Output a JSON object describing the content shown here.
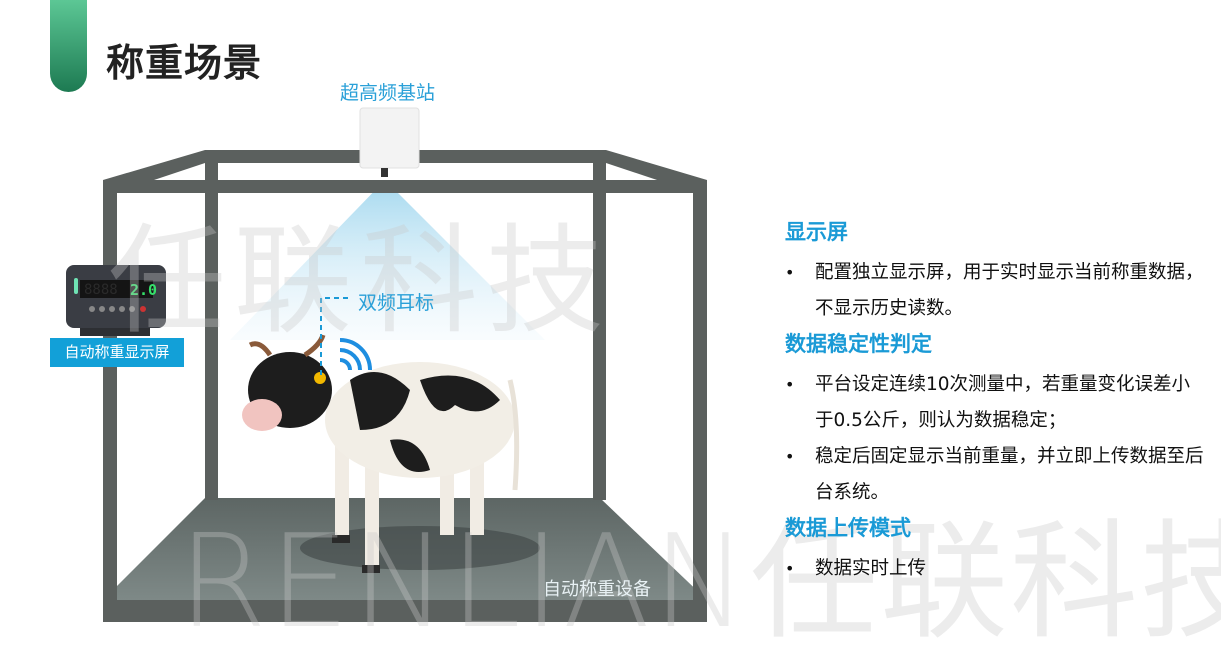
{
  "header": {
    "title": "称重场景"
  },
  "scene": {
    "base_station_label": "超高频基站",
    "ear_tag_label": "双频耳标",
    "display_caption": "自动称重显示屏",
    "display_reading": "2.0",
    "device_caption": "自动称重设备",
    "watermark_top": "任联科技",
    "watermark_bottom": "RENLIAN任联科技"
  },
  "info": {
    "sections": [
      {
        "heading": "显示屏",
        "bullets": [
          "配置独立显示屏，用于实时显示当前称重数据，不显示历史读数。"
        ]
      },
      {
        "heading": "数据稳定性判定",
        "bullets": [
          "平台设定连续10次测量中，若重量变化误差小于0.5公斤，则认为数据稳定；",
          "稳定后固定显示当前重量，并立即上传数据至后台系统。"
        ]
      },
      {
        "heading": "数据上传模式",
        "bullets": [
          "数据实时上传"
        ]
      }
    ]
  },
  "colors": {
    "accent": "#1a9ad6",
    "frame": "#5b605e",
    "floor": "#6f7a78",
    "title_bar": "#2e9a66"
  }
}
